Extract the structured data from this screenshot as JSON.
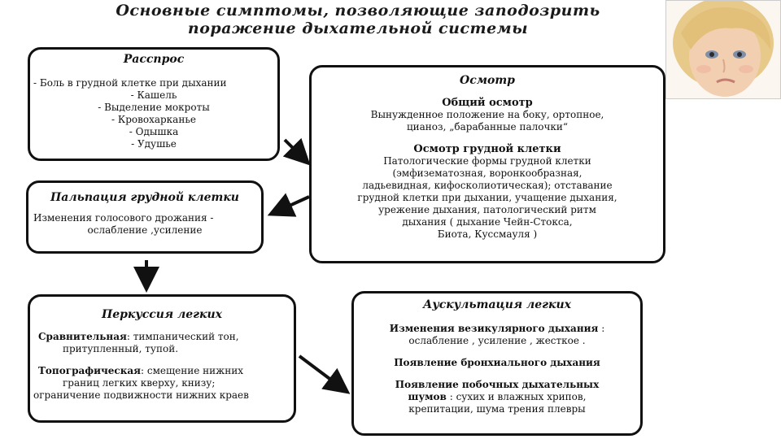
{
  "title": {
    "line1": "Основные симптомы, позволяющие заподозрить",
    "line2": "поражение дыхательной системы"
  },
  "rassprос": {
    "head": "Расспрос",
    "items": [
      "- Боль в грудной клетке при дыхании",
      "- Кашель",
      "- Выделение мокроты",
      "- Кровохарканье",
      "- Одышка",
      "- Удушье"
    ]
  },
  "osmotr": {
    "head": "Осмотр",
    "general_title": "Общий осмотр",
    "general_lines": [
      "Вынужденное положение на боку, ортопное,",
      "цианоз, „барабанные палочки“"
    ],
    "chest_title": "Осмотр грудной клетки",
    "chest_lines": [
      "Патологические формы грудной клетки",
      "(эмфизематозная, воронкообразная,",
      "ладьевидная, кифосколиотическая); отставание",
      "грудной клетки при дыхании, учащение дыхания,",
      "урежение дыхания, патологический ритм",
      "дыхания ( дыхание Чейн-Стокса,",
      "Биота, Куссмауля )"
    ]
  },
  "palpation": {
    "head": "Пальпация грудной клетки",
    "lines": [
      "Изменения голосового дрожания -",
      "ослабление ,усиление"
    ]
  },
  "percussion": {
    "head": "Перкуссия легких",
    "comp_label": "Сравнительная",
    "comp_text": ": тимпанический тон,",
    "comp_line2": "притупленный, тупой.",
    "topo_label": "Топографическая",
    "topo_text": ": смещение нижних",
    "topo_lines": [
      "границ легких кверху, книзу;",
      "ограничение подвижности нижних краев"
    ]
  },
  "auscultation": {
    "head": "Аускультация легких",
    "ves_label": "Изменения везикулярного дыхания",
    "ves_text": " :",
    "ves_line2": "ослабление , усиление , жесткое .",
    "bronch": "Появление бронхиального дыхания",
    "side_label1": "Появление побочных дыхательных",
    "side_label2": "шумов",
    "side_text": " : сухих и влажных хрипов,",
    "side_line3": "крепитации, шума трения плевры"
  },
  "colors": {
    "border": "#111111",
    "skin": "#f1c9a8",
    "hair": "#e2c07a"
  }
}
